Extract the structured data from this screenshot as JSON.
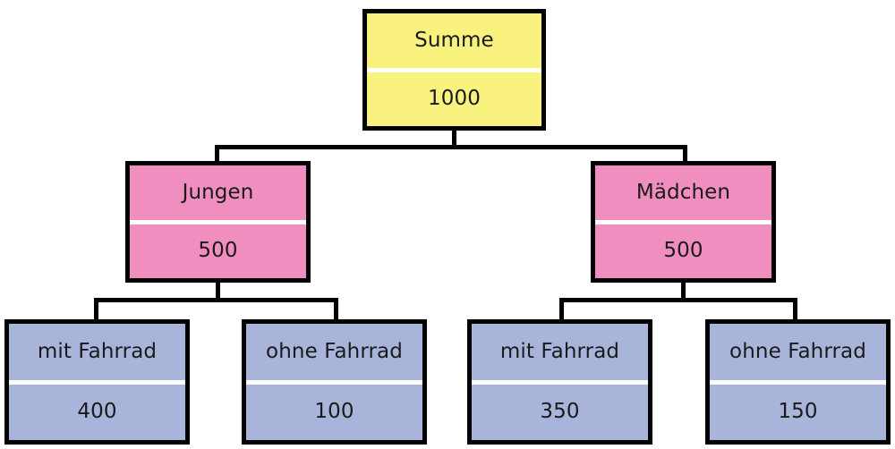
{
  "diagram": {
    "title": "Baumdiagramm Summe Jungen Maedchen Fahrrad",
    "colors": {
      "root_fill": "#faf27e",
      "level2_fill": "#f08fbf",
      "leaf_fill": "#a9b4da",
      "border": "#000000",
      "divider": "#ffffff",
      "background": "#ffffff",
      "text": "#1a1a1a"
    },
    "root": {
      "label": "Summe",
      "value": "1000"
    },
    "level2": [
      {
        "label": "Jungen",
        "value": "500"
      },
      {
        "label": "Mädchen",
        "value": "500"
      }
    ],
    "leaves": [
      {
        "label": "mit Fahrrad",
        "value": "400"
      },
      {
        "label": "ohne Fahrrad",
        "value": "100"
      },
      {
        "label": "mit Fahrrad",
        "value": "350"
      },
      {
        "label": "ohne Fahrrad",
        "value": "150"
      }
    ]
  }
}
